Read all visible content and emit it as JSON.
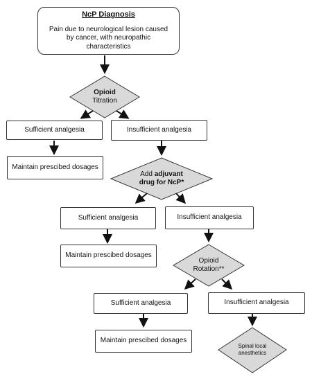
{
  "diagnosis": {
    "title": "NcP Diagnosis",
    "text": "Pain due to neurological lesion caused by cancer, with neuropathic characteristics"
  },
  "decision1": {
    "line1": "Opioid",
    "line2": "Titration"
  },
  "level1": {
    "sufficient": "Sufficient analgesia",
    "insufficient": "Insufficient analgesia",
    "maintain": "Maintain prescibed dosages"
  },
  "decision2": {
    "pre": "Add ",
    "bold1": "adjuvant",
    "bold2": "drug for NcP*"
  },
  "level2": {
    "sufficient": "Sufficient analgesia",
    "insufficient": "Insufficient analgesia",
    "maintain": "Maintain prescibed dosages"
  },
  "decision3": {
    "line1": "Opioid",
    "line2": "Rotation**"
  },
  "level3": {
    "sufficient": "Sufficient analgesia",
    "insufficient": "Insufficient analgesia",
    "maintain": "Maintain prescibed dosages"
  },
  "final": {
    "line1": "Spinal local",
    "line2": "anesthetics"
  },
  "colors": {
    "diamond_fill": "#d9d9d9",
    "stroke": "#333333",
    "arrow": "#111111"
  }
}
